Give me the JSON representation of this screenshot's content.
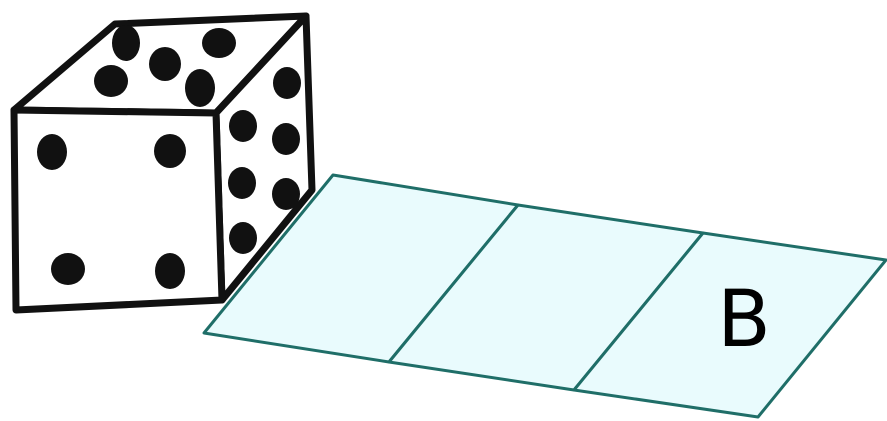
{
  "dice": {
    "front_face_pips": 4,
    "top_face_pips": 5,
    "right_face_pips": 6
  },
  "strip": {
    "cells": [
      {
        "label": ""
      },
      {
        "label": ""
      },
      {
        "label": "B"
      }
    ]
  },
  "colors": {
    "outline": "#111111",
    "pip": "#111111",
    "strip_fill": "#e9fbfd",
    "strip_stroke": "#1f6e68",
    "label": "#000000"
  }
}
